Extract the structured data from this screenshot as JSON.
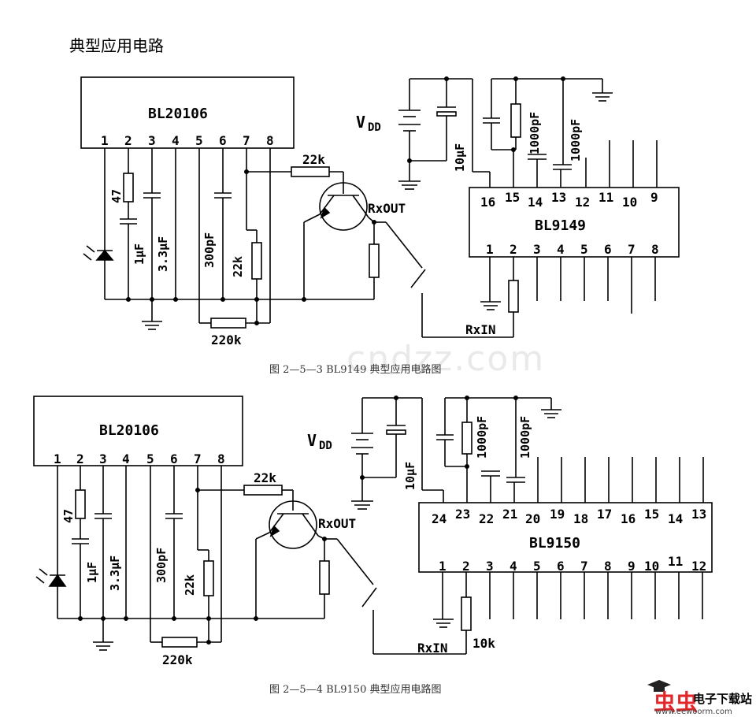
{
  "page_title": "典型应用电路",
  "watermark": "cndzz.com",
  "logo": {
    "brand": "电子下载站",
    "url": "www.eewoorm.com"
  },
  "circuit1": {
    "ic_tx": "BL20106",
    "ic_rx": "BL9149",
    "tx_pins": [
      "1",
      "2",
      "3",
      "4",
      "5",
      "6",
      "7",
      "8"
    ],
    "rx_pins_top": [
      "16",
      "15",
      "14",
      "13",
      "12",
      "11",
      "10",
      "9"
    ],
    "rx_pins_bottom": [
      "1",
      "2",
      "3",
      "4",
      "5",
      "6",
      "7",
      "8"
    ],
    "r_base": "22k",
    "r_feedback": "220k",
    "r_pin7": "22k",
    "c_a": "1μF",
    "r_a": "47",
    "c_b": "3.3μF",
    "c_c": "300pF",
    "c_vdd": "10μF",
    "c_f1": "1000pF",
    "c_f2": "1000pF",
    "vdd": "V",
    "vdd_sub": "DD",
    "rx_out": "RxOUT",
    "rx_in": "RxIN",
    "caption": "图 2—5—3  BL9149 典型应用电路图"
  },
  "circuit2": {
    "ic_tx": "BL20106",
    "ic_rx": "BL9150",
    "tx_pins": [
      "1",
      "2",
      "3",
      "4",
      "5",
      "6",
      "7",
      "8"
    ],
    "rx_pins_top": [
      "24",
      "23",
      "22",
      "21",
      "20",
      "19",
      "18",
      "17",
      "16",
      "15",
      "14",
      "13"
    ],
    "rx_pins_bottom": [
      "1",
      "2",
      "3",
      "4",
      "5",
      "6",
      "7",
      "8",
      "9",
      "10",
      "11",
      "12"
    ],
    "r_base": "22k",
    "r_feedback": "220k",
    "r_pin7": "22k",
    "c_a": "1μF",
    "r_a": "47",
    "c_b": "3.3μF",
    "c_c": "300pF",
    "c_vdd": "10μF",
    "c_f1": "1000pF",
    "c_f2": "1000pF",
    "r_in": "10k",
    "vdd": "V",
    "vdd_sub": "DD",
    "rx_out": "RxOUT",
    "rx_in": "RxIN",
    "caption": "图 2—5—4   BL9150 典型应用电路图"
  }
}
